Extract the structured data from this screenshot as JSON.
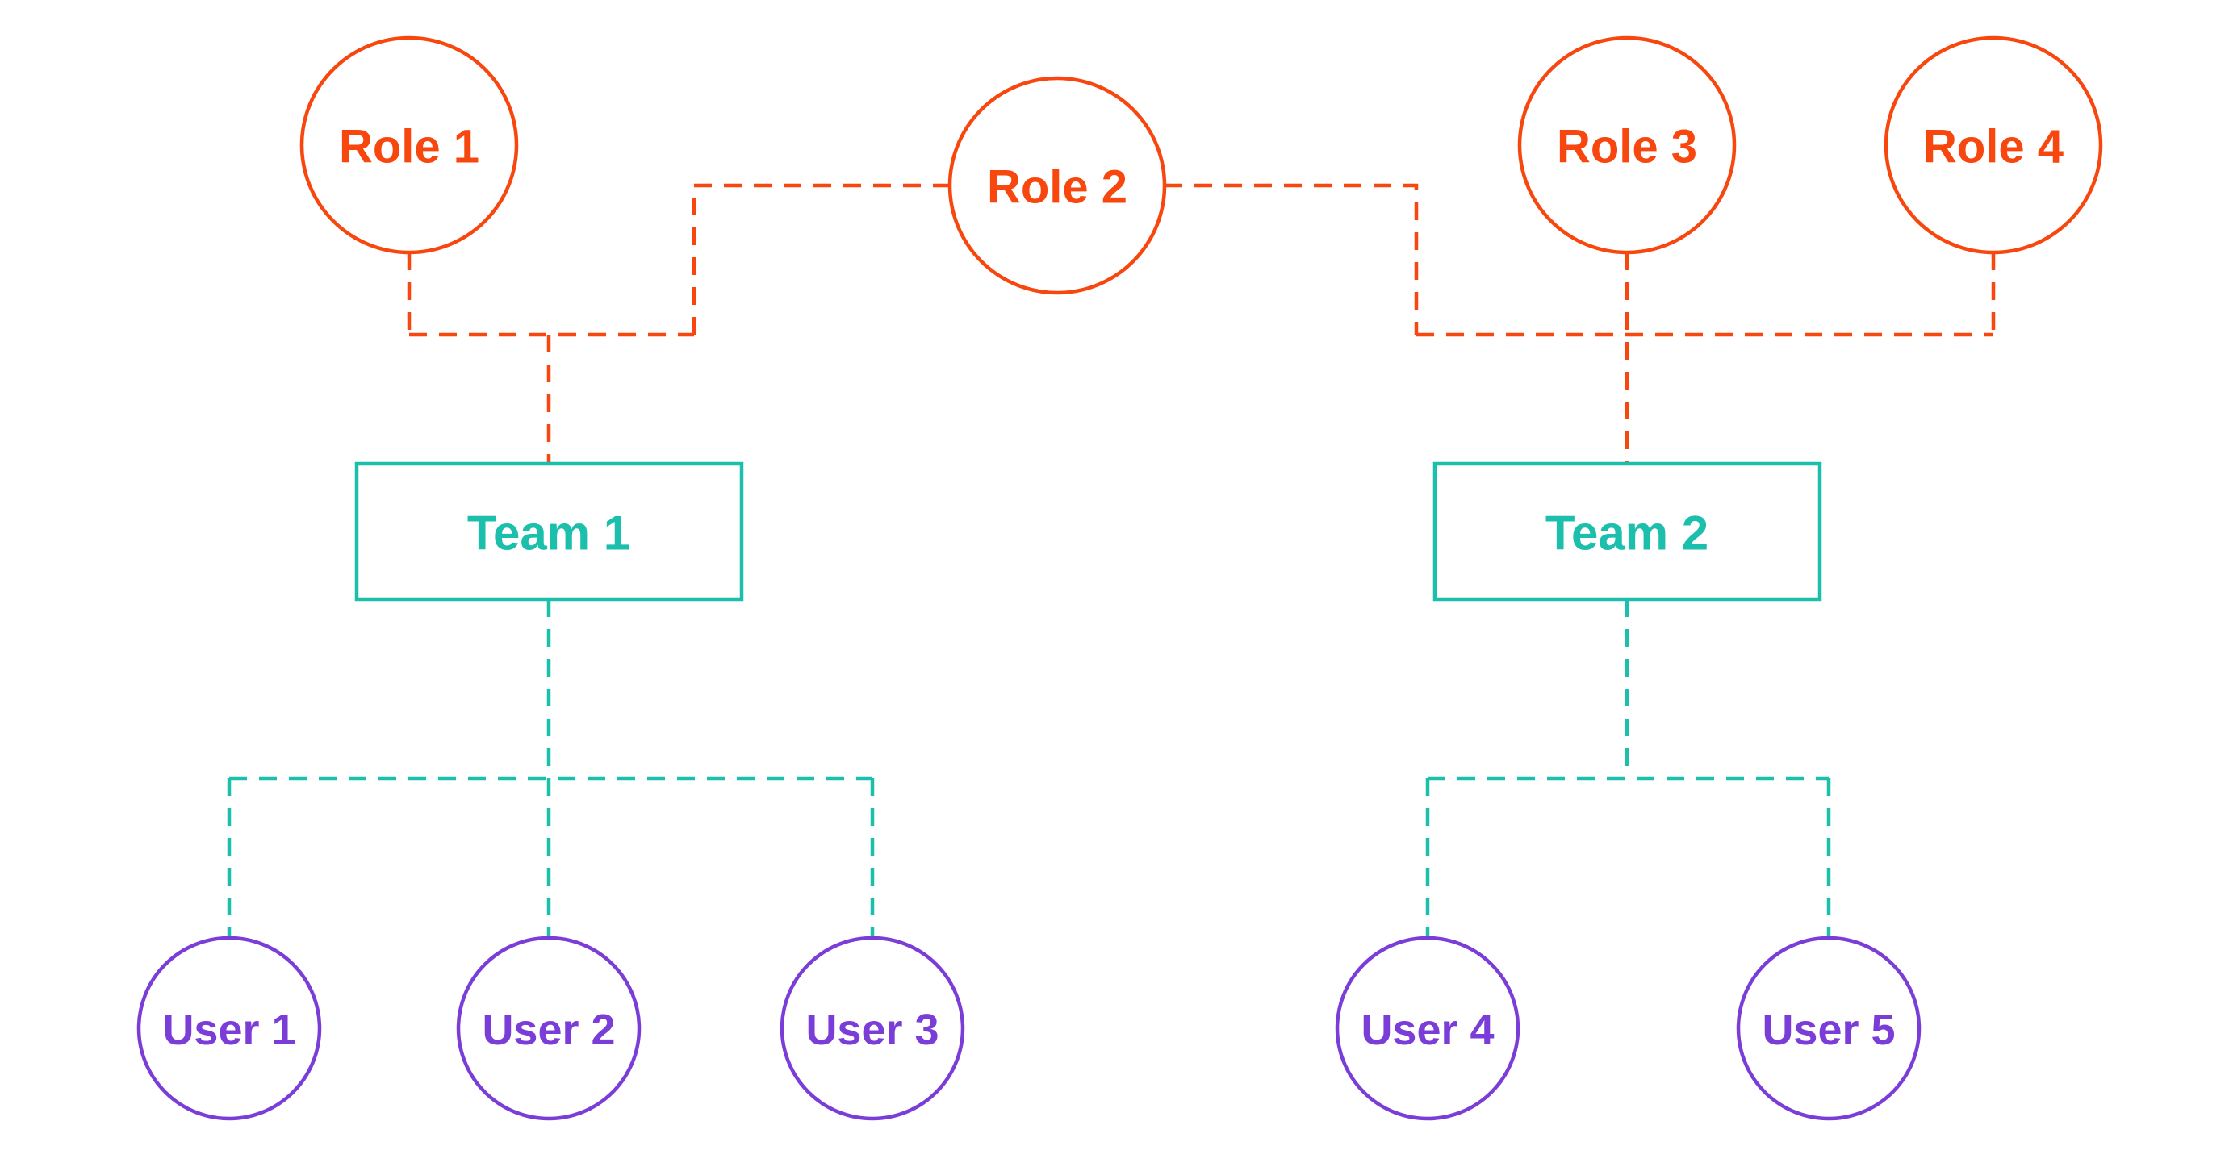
{
  "diagram": {
    "background_color": "#ffffff",
    "colors": {
      "role": "#f8470e",
      "team": "#1cbfac",
      "user": "#7b3dd8"
    },
    "roles": [
      {
        "label": "Role 1"
      },
      {
        "label": "Role 2"
      },
      {
        "label": "Role 3"
      },
      {
        "label": "Role 4"
      }
    ],
    "teams": [
      {
        "label": "Team 1"
      },
      {
        "label": "Team 2"
      }
    ],
    "users": [
      {
        "label": "User 1"
      },
      {
        "label": "User 2"
      },
      {
        "label": "User 3"
      },
      {
        "label": "User 4"
      },
      {
        "label": "User 5"
      }
    ],
    "edges": [
      {
        "from": "Role 1",
        "to": "Team 1",
        "style": "dashed",
        "color": "role"
      },
      {
        "from": "Role 2",
        "to": "Team 1",
        "style": "dashed",
        "color": "role"
      },
      {
        "from": "Role 2",
        "to": "Team 2",
        "style": "dashed",
        "color": "role"
      },
      {
        "from": "Role 3",
        "to": "Team 2",
        "style": "dashed",
        "color": "role"
      },
      {
        "from": "Role 4",
        "to": "Team 2",
        "style": "dashed",
        "color": "role"
      },
      {
        "from": "Team 1",
        "to": "User 1",
        "style": "dashed",
        "color": "team"
      },
      {
        "from": "Team 1",
        "to": "User 2",
        "style": "dashed",
        "color": "team"
      },
      {
        "from": "Team 1",
        "to": "User 3",
        "style": "dashed",
        "color": "team"
      },
      {
        "from": "Team 2",
        "to": "User 4",
        "style": "dashed",
        "color": "team"
      },
      {
        "from": "Team 2",
        "to": "User 5",
        "style": "dashed",
        "color": "team"
      }
    ]
  }
}
